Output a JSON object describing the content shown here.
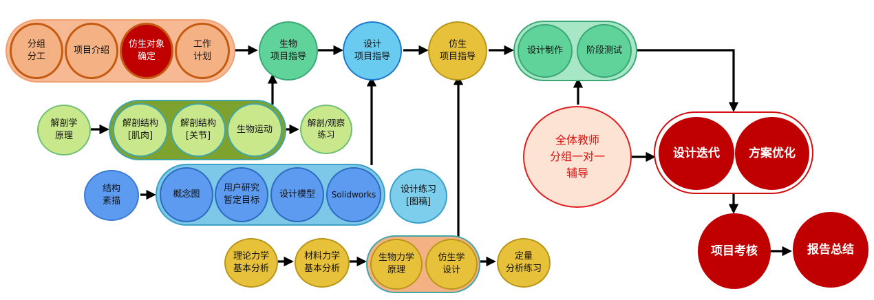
{
  "diagram": {
    "stages": {
      "group_division": "分组\n分工",
      "project_intro": "项目介绍",
      "bionic_target": "仿生对象\n确定",
      "work_plan": "工作\n计划",
      "biology_guidance": "生物\n项目指导",
      "design_guidance": "设计\n项目指导",
      "bionics_guidance": "仿生\n项目指导",
      "design_production": "设计制作",
      "phase_test": "阶段测试",
      "all_teachers": "全体教师\n分组一对一\n辅导",
      "design_iteration": "设计迭代",
      "solution_optimization": "方案优化",
      "project_assessment": "项目考核",
      "report_summary": "报告总结"
    },
    "biology_track": {
      "anatomy_principles": "解剖学\n原理",
      "anatomy_muscle": "解剖结构\n[肌肉]",
      "anatomy_joint": "解剖结构\n[关节]",
      "bio_motion": "生物运动",
      "anatomy_exercise": "解剖/观察\n练习"
    },
    "design_track": {
      "structure_sketch": "结构\n素描",
      "concept_map": "概念图",
      "user_research": "用户研究\n暂定目标",
      "design_model": "设计模型",
      "solidworks": "Solidworks",
      "design_exercise": "设计练习\n[图稿]"
    },
    "mechanics_track": {
      "theoretical_mechanics": "理论力学\n基本分析",
      "material_mechanics": "材料力学\n基本分析",
      "biomechanics": "生物力学\n原理",
      "bionic_design": "仿生学\n设计",
      "quantitative_exercise": "定量\n分析练习"
    }
  }
}
